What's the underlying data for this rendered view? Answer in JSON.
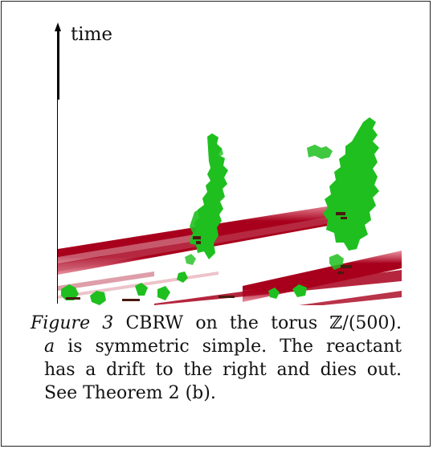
{
  "figure": {
    "axis_label": "time",
    "caption": {
      "figure_label": "Figure 3",
      "line1_rest": "CBRW on the torus ℤ/(500).",
      "line2_var": "a",
      "line2_rest": "is symmetric simple. The reactant",
      "line3": "has a drift to the right and dies out.",
      "line4": "See Theorem 2 (b)."
    }
  },
  "colors": {
    "reactant": "#a8001c",
    "catalyst": "#1fbf1f",
    "axis": "#000000",
    "background": "#ffffff"
  }
}
